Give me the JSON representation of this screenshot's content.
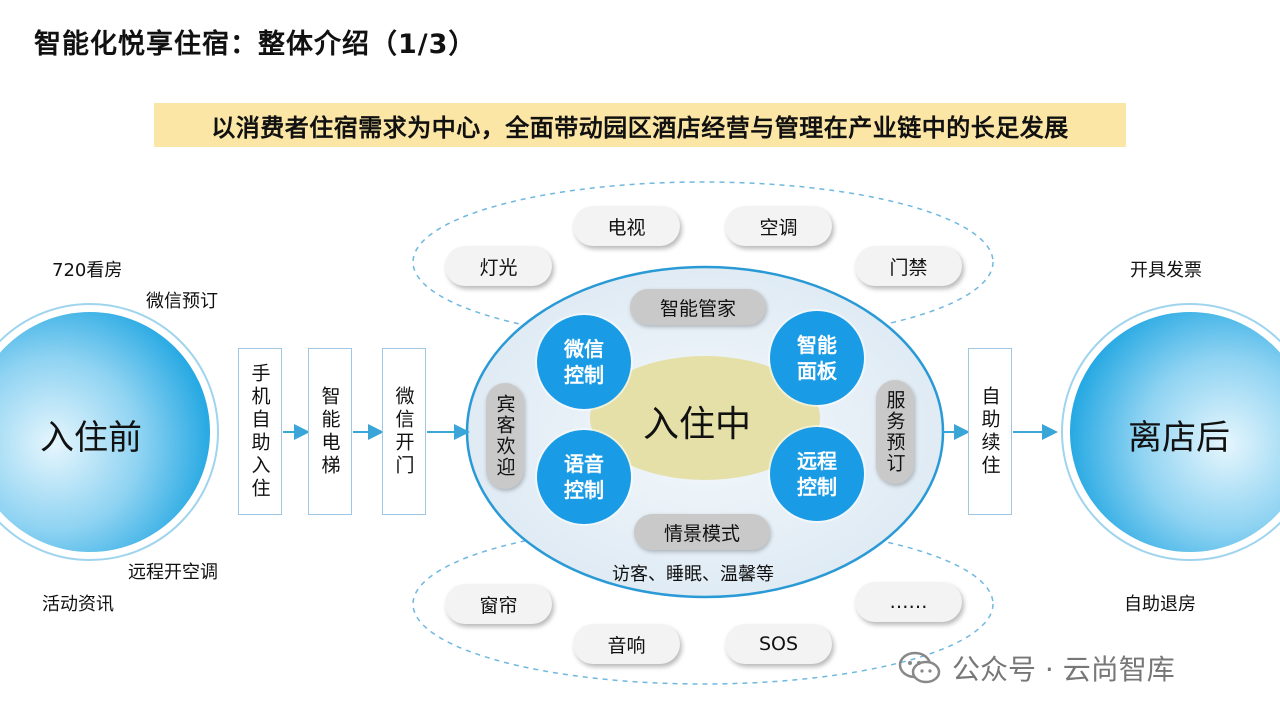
{
  "title": "智能化悦享住宿：整体介绍（1/3）",
  "banner": "以消费者住宿需求为中心，全面带动园区酒店经营与管理在产业链中的长足发展",
  "before": {
    "label": "入住前",
    "notes": [
      "720看房",
      "微信预订",
      "远程开空调",
      "活动资讯"
    ]
  },
  "after": {
    "label": "离店后",
    "notes": [
      "开具发票",
      "自助退房"
    ]
  },
  "steps": [
    "手机自助入住",
    "智能电梯",
    "微信开门",
    "自助续住"
  ],
  "devices_top": [
    "电视",
    "空调",
    "灯光",
    "门禁"
  ],
  "devices_bottom": [
    "窗帘",
    "音响",
    "SOS",
    "……"
  ],
  "center": {
    "label": "入住中",
    "butler": "智能管家",
    "scene": "情景模式",
    "scene_examples": "访客、睡眠、温馨等",
    "welcome": "宾客欢迎",
    "service": "服务预订",
    "features": [
      "微信控制",
      "智能面板",
      "语音控制",
      "远程控制"
    ]
  },
  "watermark": "公众号 · 云尚智库",
  "colors": {
    "blue": "#1a9be6",
    "banner": "#fbe6a6",
    "arrow": "#3aa6d8",
    "center_fill": "#e4e0a8"
  }
}
